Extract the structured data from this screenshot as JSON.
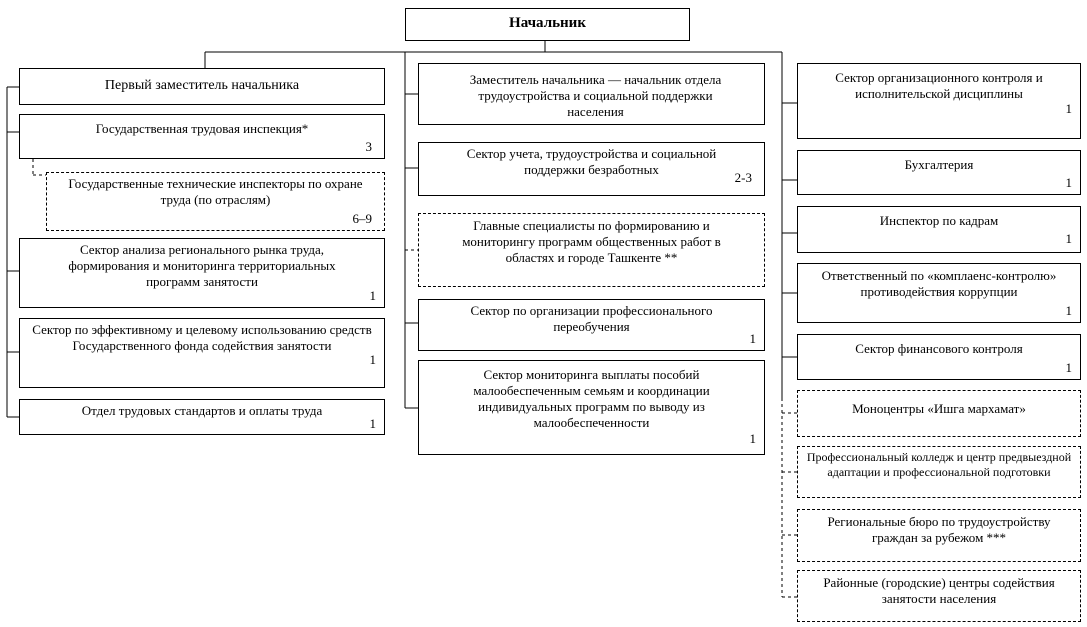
{
  "head": "Начальник",
  "left": {
    "deputy": "Первый заместитель начальника",
    "labor_inspection": {
      "label": "Государственная трудовая инспекция*",
      "count": "3"
    },
    "tech_inspectors": {
      "label": "Государственные технические инспекторы по охране труда (по отраслям)",
      "count": "6–9"
    },
    "regional_market": {
      "label": "Сектор анализа регионального рынка труда, формирования и мониторинга территориальных программ занятости",
      "count": "1"
    },
    "fund_usage": {
      "label": "Сектор по эффективному и целевому использованию средств Государственного фонда содействия занятости",
      "count": "1"
    },
    "labor_standards": {
      "label": "Отдел трудовых стандартов и оплаты труда",
      "count": "1"
    }
  },
  "middle": {
    "deputy": "Заместитель начальника — начальник отдела трудоустройства и социальной поддержки населения",
    "unemployed": {
      "label": "Сектор учета, трудоустройства и социальной поддержки безработных",
      "count": "2-3"
    },
    "public_works": {
      "label": "Главные специалисты по формированию и мониторингу программ общественных работ в областях и городе Ташкенте **"
    },
    "retraining": {
      "label": "Сектор по организации профессионального переобучения",
      "count": "1"
    },
    "benefits": {
      "label": "Сектор мониторинга выплаты пособий малообеспеченным семьям и координации индивидуальных программ по выводу из малообеспеченности",
      "count": "1"
    }
  },
  "right": {
    "org_control": {
      "label": "Сектор организационного контроля и исполнительской дисциплины",
      "count": "1"
    },
    "accounting": {
      "label": "Бухгалтерия",
      "count": "1"
    },
    "hr": {
      "label": "Инспектор по кадрам",
      "count": "1"
    },
    "compliance": {
      "label": "Ответственный по «комплаенс-контролю» противодействия коррупции",
      "count": "1"
    },
    "finance": {
      "label": "Сектор финансового контроля",
      "count": "1"
    },
    "monocenters": {
      "label": "Моноцентры «Ишга мархамат»"
    },
    "college": {
      "label": "Профессиональный колледж и центр предвыездной адаптации и профессиональной подготовки"
    },
    "bureaus": {
      "label": "Региональные бюро по трудоустройству граждан за рубежом ***"
    },
    "district_centers": {
      "label": "Районные (городские) центры содействия занятости населения"
    }
  }
}
